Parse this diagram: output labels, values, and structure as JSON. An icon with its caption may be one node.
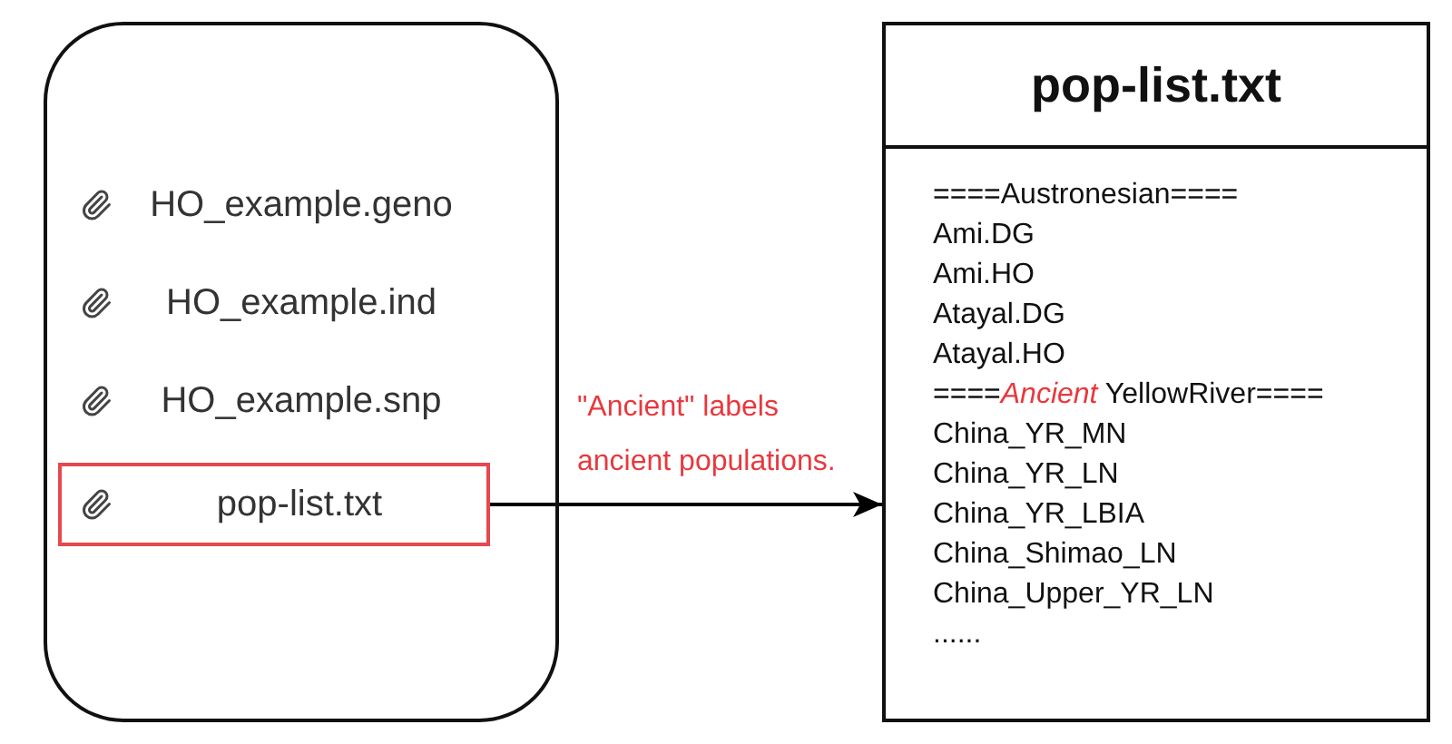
{
  "diagram": {
    "nodes": [
      {
        "text": [
          "HO_example.geno",
          "HO_example.ind",
          "HO_example.snp"
        ]
      },
      {
        "text": [
          "pop-list.txt"
        ],
        "in": 0
      },
      {
        "text": [
          "pop-list.txt",
          "====Austronesian====",
          "Ami.DG",
          "Ami.HO",
          "Atayal.DG",
          "Atayal.HO",
          "====*Ancient* YellowRiver====",
          "China_YR_MN",
          "China_YR_LN",
          "China_YR_LBIA",
          "China_Shimao_LN",
          "China_Upper_YR_LN",
          "......"
        ]
      }
    ],
    "edges": [
      {
        "from": 1,
        "to": 2,
        "arrow": "to"
      }
    ],
    "labels": [
      "\"Ancient\" labels ancient populations."
    ]
  }
}
